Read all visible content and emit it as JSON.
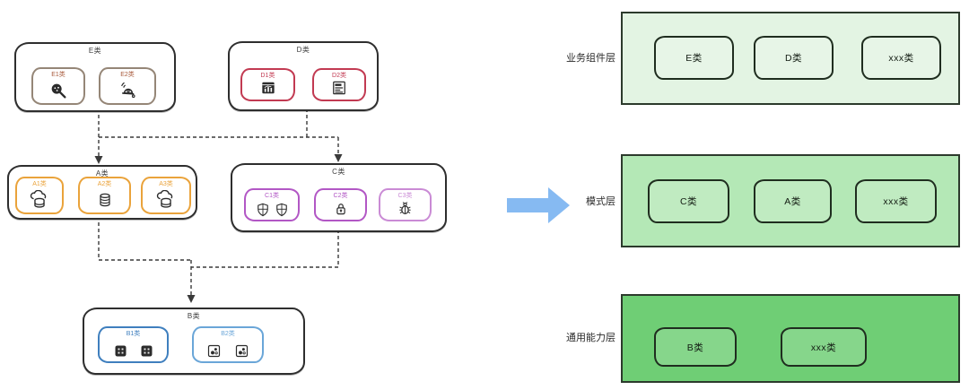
{
  "diagram": {
    "groups": [
      {
        "label": "E类",
        "items": [
          {
            "label": "E1类",
            "icon": "magnifier-icon",
            "accent": "#958677",
            "label_color": "#a8593b"
          },
          {
            "label": "E2类",
            "icon": "alarm-icon",
            "accent": "#958677",
            "label_color": "#a8593b"
          }
        ]
      },
      {
        "label": "D类",
        "items": [
          {
            "label": "D1类",
            "icon": "bar-chart-window-icon",
            "accent": "#c23a52",
            "label_color": "#c23a52"
          },
          {
            "label": "D2类",
            "icon": "document-icon",
            "accent": "#c23a52",
            "label_color": "#c23a52"
          }
        ]
      },
      {
        "label": "A类",
        "items": [
          {
            "label": "A1类",
            "icon": "cloud-database-icon",
            "accent": "#eaa33b",
            "label_color": "#eaa33b"
          },
          {
            "label": "A2类",
            "icon": "database-icon",
            "accent": "#eaa33b",
            "label_color": "#eaa33b"
          },
          {
            "label": "A3类",
            "icon": "cloud-database-icon",
            "accent": "#eaa33b",
            "label_color": "#eaa33b"
          }
        ]
      },
      {
        "label": "C类",
        "items": [
          {
            "label": "C1类",
            "icon": "shield-pair-icon",
            "accent": "#b257c5",
            "label_color": "#b257c5"
          },
          {
            "label": "C2类",
            "icon": "lock-icon",
            "accent": "#b257c5",
            "label_color": "#b257c5"
          },
          {
            "label": "C3类",
            "icon": "bug-icon",
            "accent": "#ca8bd5",
            "label_color": "#ca8bd5"
          }
        ]
      },
      {
        "label": "B类",
        "items": [
          {
            "label": "B1类",
            "icon": "keypad-pair-icon",
            "accent": "#3f7fbe",
            "label_color": "#3f7fbe"
          },
          {
            "label": "B2类",
            "icon": "component-pair-icon",
            "accent": "#6aa6d8",
            "label_color": "#6aa6d8"
          }
        ]
      }
    ]
  },
  "layers": [
    {
      "label": "业务组件层",
      "bg": "#e3f4e3",
      "boxes": [
        "E类",
        "D类",
        "xxx类"
      ]
    },
    {
      "label": "模式层",
      "bg": "#b4e8b6",
      "boxes": [
        "C类",
        "A类",
        "xxx类"
      ]
    },
    {
      "label": "通用能力层",
      "bg": "#6fce75",
      "boxes": [
        "B类",
        "xxx类"
      ]
    }
  ],
  "colors": {
    "connector": "#3a3a3a",
    "arrow": "#86baf2",
    "group_border": "#2e2e2e",
    "layer_border": "#2c3a2c"
  }
}
